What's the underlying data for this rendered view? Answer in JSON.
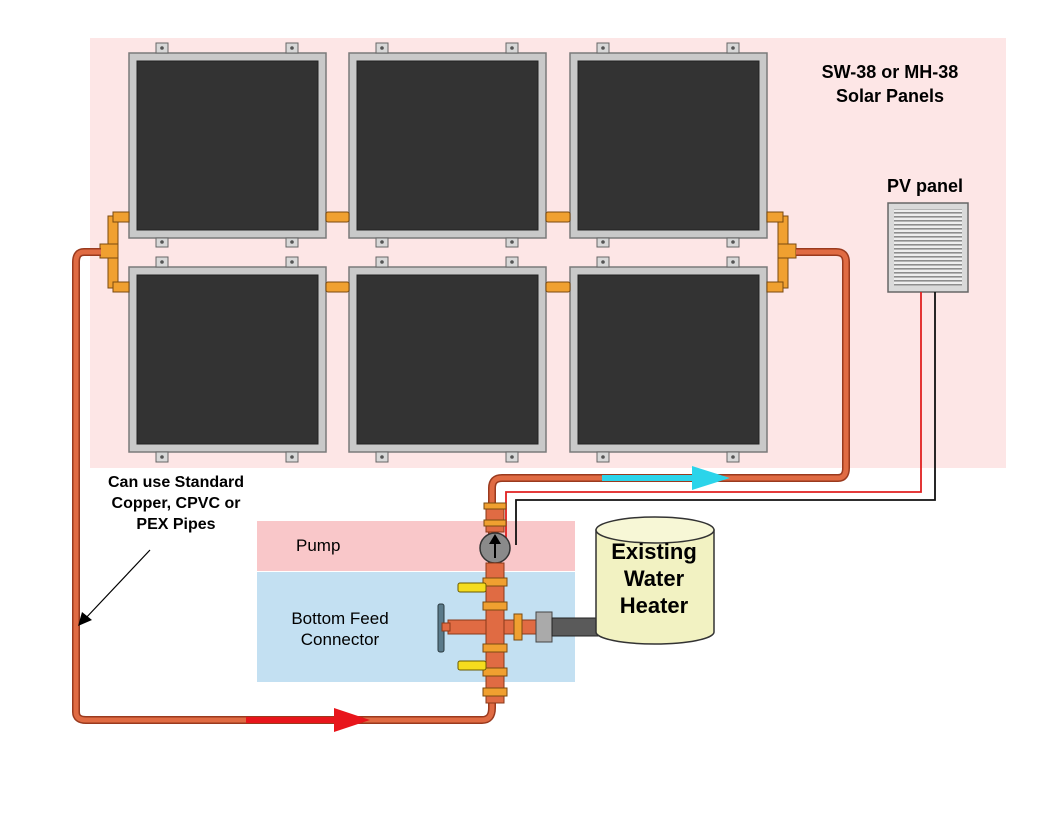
{
  "labels": {
    "panels_line1": "SW-38 or MH-38",
    "panels_line2": "Solar Panels",
    "pv_panel": "PV panel",
    "pipes_line1": "Can use Standard",
    "pipes_line2": "Copper, CPVC or",
    "pipes_line3": "PEX Pipes",
    "pump": "Pump",
    "feed_line1": "Bottom Feed",
    "feed_line2": "Connector",
    "heater_line1": "Existing",
    "heater_line2": "Water",
    "heater_line3": "Heater"
  },
  "colors": {
    "panel_zone": "#fde6e6",
    "pump_zone": "#f9c7c9",
    "feed_zone": "#c3e0f2",
    "pipe": "#e06b43",
    "pipe_edge": "#9a3a1e",
    "hot_flow_arrow": "#2bd4ea",
    "cold_flow_arrow": "#e8151b",
    "collector_face": "#333333",
    "collector_frame": "#c9c9c9",
    "fitting": "#f0a030",
    "heater_tank": "#f2f2c2",
    "pv_wire_positive": "#e02020",
    "pv_wire_negative": "#111111",
    "valve_handle": "#f5dc1e"
  },
  "collectors": {
    "count": 6,
    "rows": 2,
    "columns": 3
  }
}
